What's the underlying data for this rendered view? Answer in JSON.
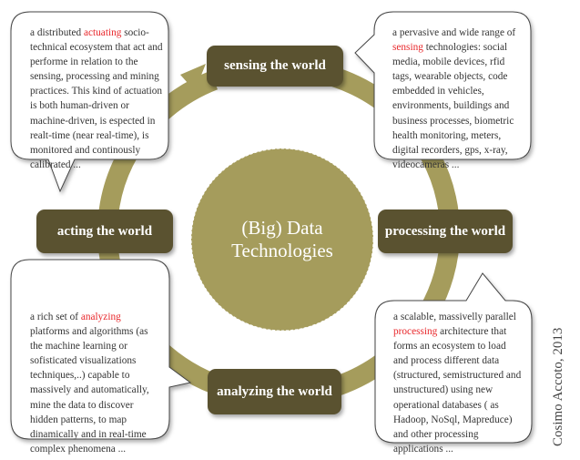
{
  "center": {
    "line1": "(Big) Data",
    "line2": "Technologies"
  },
  "nodes": {
    "sensing": "sensing the world",
    "processing": "processing the world",
    "analyzing": "analyzing the world",
    "acting": "acting the world"
  },
  "bubbles": {
    "acting": {
      "pre": "a distributed ",
      "keyword": "actuating",
      "post": " socio-technical ecosystem that act and performe in relation to the sensing, processing and mining practices. This kind of actuation is both human-driven or machine-driven, is espected in realt-time (near real-time), is monitored and continously calibrated ..."
    },
    "sensing": {
      "pre": "a pervasive and wide range of ",
      "keyword": "sensing",
      "post": " technologies: social media, mobile devices, rfid tags, wearable  objects, code embedded in vehicles, environments, buildings and business processes, biometric health monitoring, meters, digital recorders, gps, x-ray, videocameras ..."
    },
    "analyzing": {
      "pre": "a rich set of ",
      "keyword": "analyzing",
      "post": " platforms and algorithms (as the machine learning or sofisticated visualizations techniques,..) capable to massively and automatically, mine the data to discover hidden patterns, to map dinamically and in real-time complex phenomena ..."
    },
    "processing": {
      "pre": "a scalable, massivelly parallel ",
      "keyword": "processing",
      "post": " architecture that forms an ecosystem  to load and process different data (structured, semistructured and unstructured) using new operational databases ( as Hadoop, NoSql, Mapreduce) and other  processing applications ..."
    }
  },
  "credit": "Cosimo Accoto, 2013",
  "colors": {
    "ring": "#a59c5c",
    "node": "#5a5230",
    "highlight": "#e8262a"
  }
}
